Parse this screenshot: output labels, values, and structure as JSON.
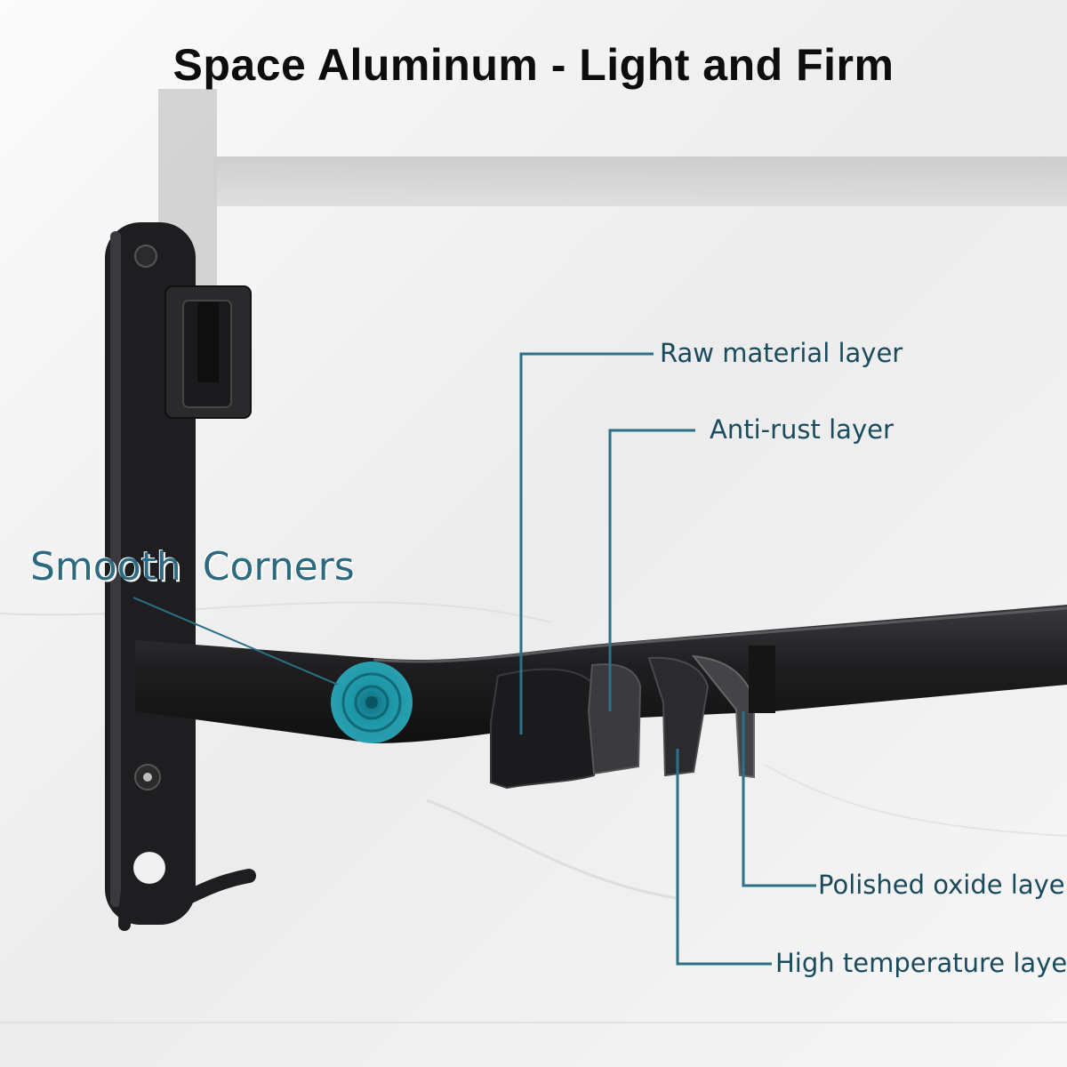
{
  "title": "Space Aluminum - Light and Firm",
  "feature_label": "Smooth  Corners",
  "layers": [
    {
      "label": "Raw material layer"
    },
    {
      "label": "Anti-rust layer"
    },
    {
      "label": "Polished oxide layer"
    },
    {
      "label": "High temperature layer"
    }
  ],
  "colors": {
    "callout_line": "#2a7286",
    "callout_text": "#1a4a5e",
    "accent_teal": "#1e8fa0",
    "metal": "#1c1c1e"
  }
}
